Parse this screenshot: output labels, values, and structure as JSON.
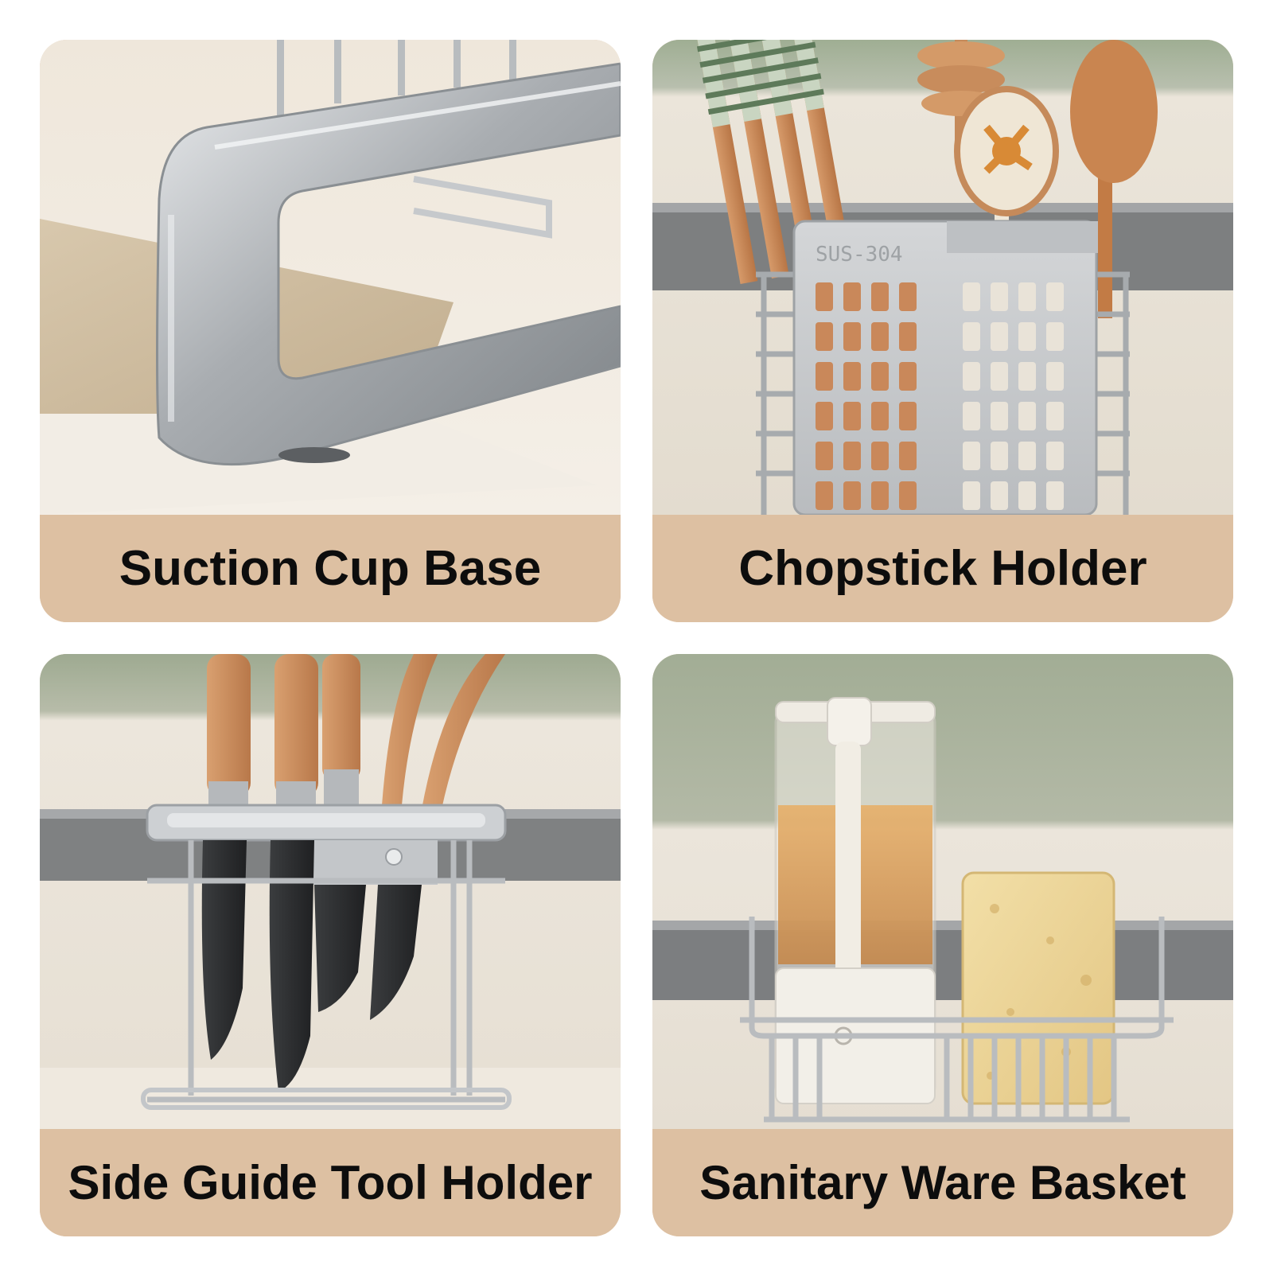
{
  "panels": [
    {
      "caption": "Suction Cup Base",
      "icon": "suction-cup-base-photo"
    },
    {
      "caption": "Chopstick Holder",
      "icon": "chopstick-holder-photo"
    },
    {
      "caption": "Side Guide Tool Holder",
      "icon": "tool-holder-photo"
    },
    {
      "caption": "Sanitary Ware Basket",
      "icon": "sanitary-basket-photo"
    }
  ],
  "imprint": "SUS-304",
  "colors": {
    "caption_bg": "#ddc0a2",
    "caption_text": "#0d0d0d",
    "steel": "#c9cbcd",
    "wood": "#c9885a"
  }
}
